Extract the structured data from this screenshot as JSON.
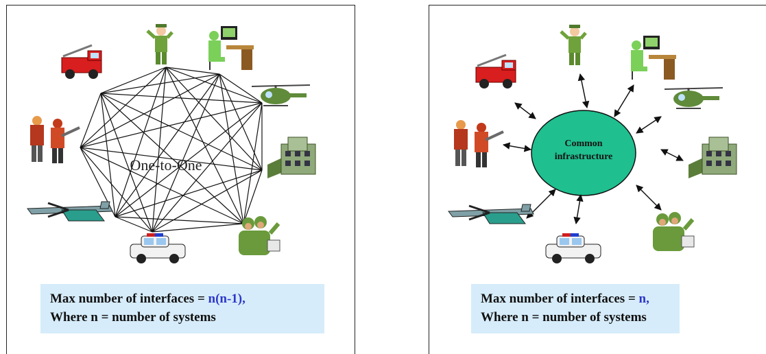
{
  "left_panel": {
    "center_label": "One-to-One",
    "caption_line1_prefix": "Max number of interfaces = ",
    "caption_line1_formula": "n(n-1)",
    "caption_line1_suffix": ",",
    "caption_line2": "Where n = number of systems"
  },
  "right_panel": {
    "hub_line1": "Common",
    "hub_line2": "infrastructure",
    "caption_line1_prefix": "Max number of interfaces = ",
    "caption_line1_formula": "n",
    "caption_line1_suffix": ",",
    "caption_line2": "Where n = number of systems"
  },
  "icons": [
    "military-officer-icon",
    "computer-operator-icon",
    "helicopter-icon",
    "building-icon",
    "soldiers-icon",
    "police-car-icon",
    "military-aircraft-icon",
    "firefighters-icon",
    "fire-truck-icon"
  ],
  "colors": {
    "caption_bg": "#d6ecfa",
    "formula_highlight": "#2d37c8",
    "hub_fill": "#1fbf8f"
  }
}
